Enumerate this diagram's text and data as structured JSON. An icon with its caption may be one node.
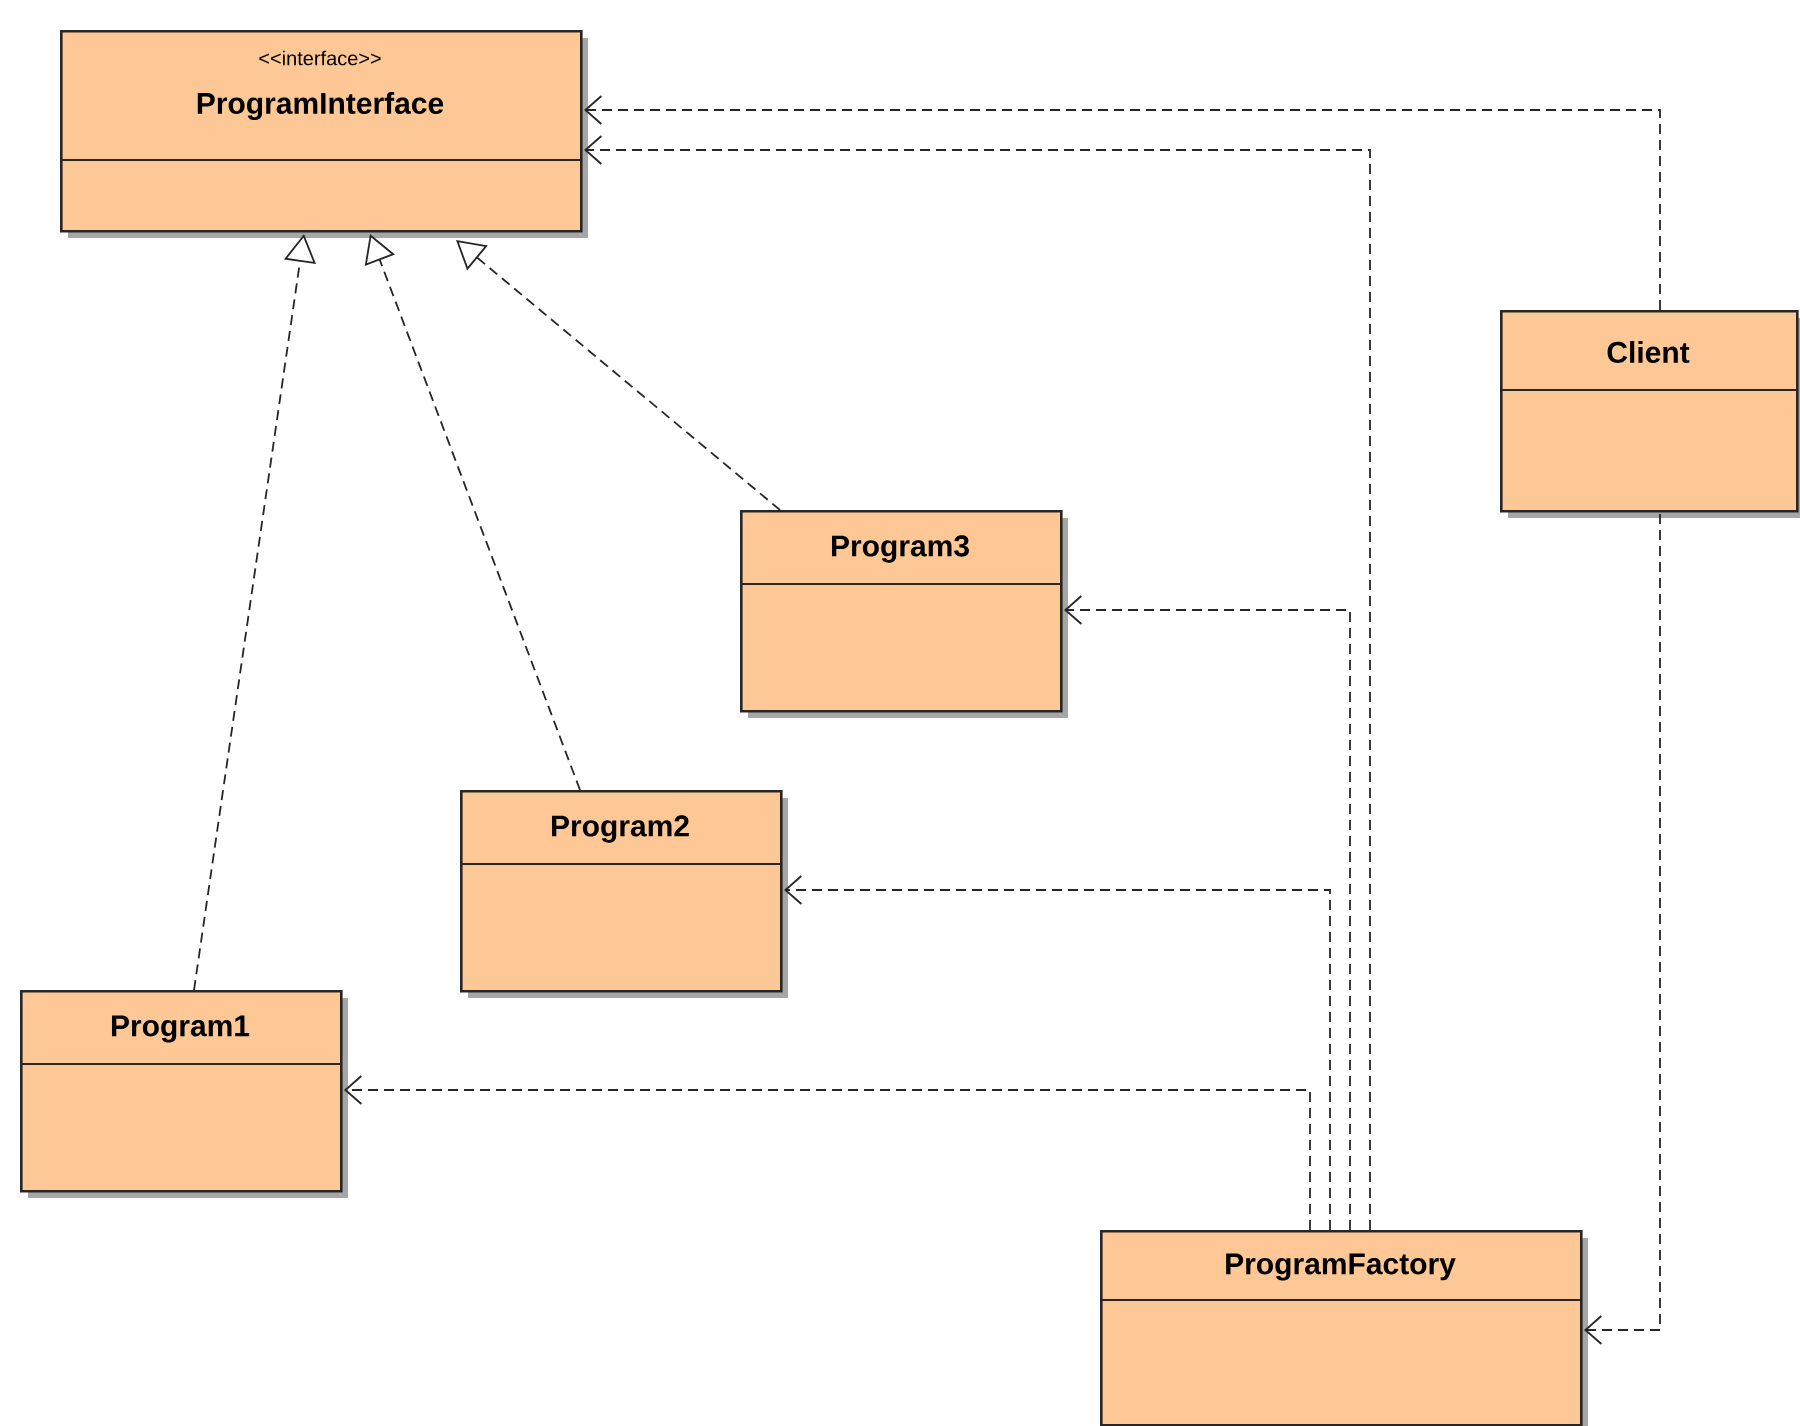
{
  "diagram": {
    "nodes": [
      {
        "text": [
          "<<interface>>",
          "ProgramInterface"
        ]
      },
      {
        "text": [
          "Client"
        ]
      },
      {
        "text": [
          "Program3"
        ]
      },
      {
        "text": [
          "Program2"
        ]
      },
      {
        "text": [
          "Program1"
        ]
      },
      {
        "text": [
          "ProgramFactory"
        ]
      }
    ],
    "edges": [
      {
        "from": 4,
        "to": 0,
        "arrow": "to",
        "style": "dashed"
      },
      {
        "from": 3,
        "to": 0,
        "arrow": "to",
        "style": "dashed"
      },
      {
        "from": 2,
        "to": 0,
        "arrow": "to",
        "style": "dashed"
      },
      {
        "from": 1,
        "to": 0,
        "arrow": "to",
        "style": "dashed"
      },
      {
        "from": 5,
        "to": 0,
        "arrow": "to",
        "style": "dashed"
      },
      {
        "from": 5,
        "to": 2,
        "arrow": "to",
        "style": "dashed"
      },
      {
        "from": 5,
        "to": 3,
        "arrow": "to",
        "style": "dashed"
      },
      {
        "from": 5,
        "to": 4,
        "arrow": "to",
        "style": "dashed"
      },
      {
        "from": 1,
        "to": 5,
        "arrow": "to",
        "style": "dashed"
      }
    ]
  }
}
